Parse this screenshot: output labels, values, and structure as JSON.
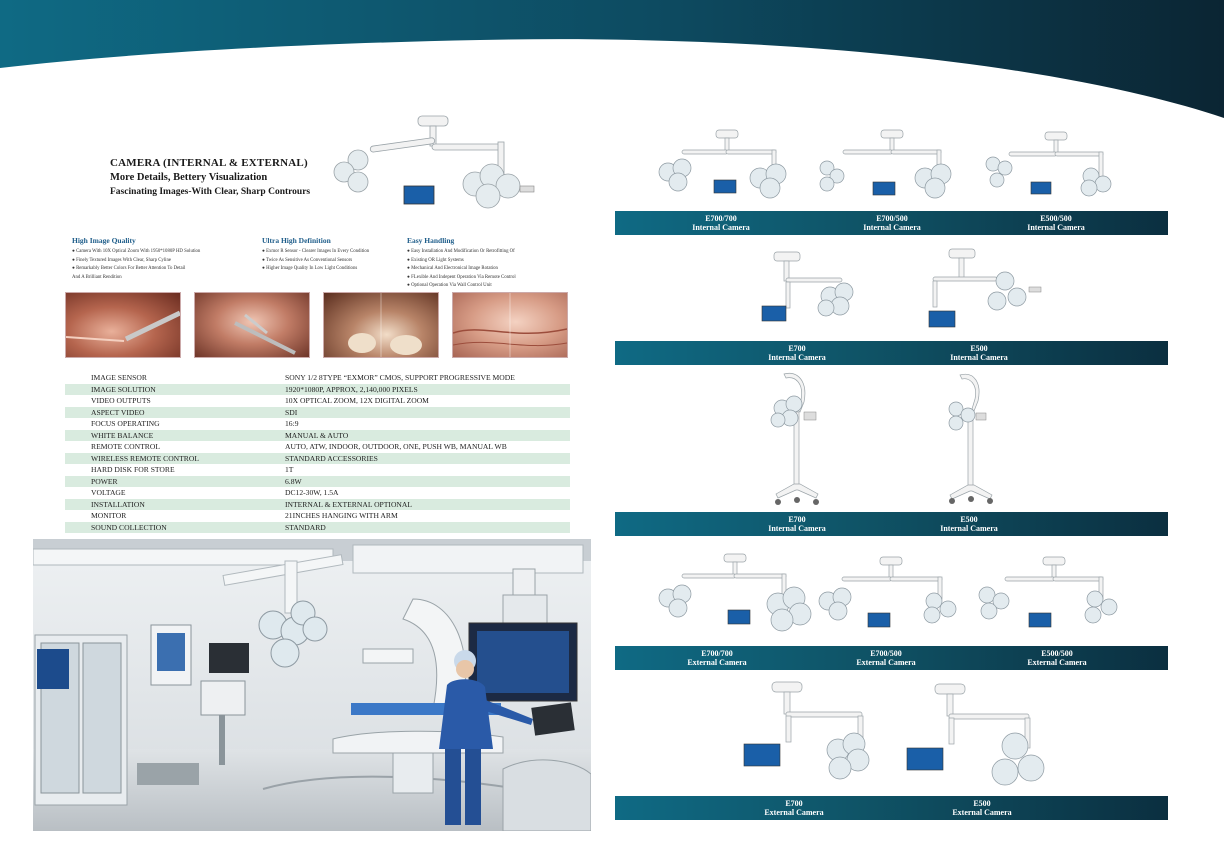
{
  "header": {
    "colors": {
      "dark": "#0b2533",
      "teal": "#0f6a84"
    }
  },
  "title_block": {
    "line1": "CAMERA (INTERNAL & EXTERNAL)",
    "line2": "More Details, Bettery Visualization",
    "line3": "Fascinating Images-With Clear, Sharp Contrours"
  },
  "features": [
    {
      "heading": "High Image Quality",
      "items": [
        "● Camera With 10X Optical Zoom With 1950*1080P HD Solution",
        "● Finely Textured Images With Clear, Sharp Cyline",
        "● Remarkably Better Colors For Better Attention To Detail",
        "   And A Brilliant Rendition"
      ]
    },
    {
      "heading": "Ultra  High Definition",
      "items": [
        "● Exmor R Sensor - Clearer Images In Every Condition",
        "● Twice As Sensitive As Conventional Sensors",
        "● Higher Image Quality In Low Light Conditions"
      ]
    },
    {
      "heading": "Easy Handling",
      "items": [
        "● Easy Installation And Modification Or Retrofitting Of",
        "● Existing OR Light Systems",
        "● Mechanical And Electronical Image Rotation",
        "● FLexible And Indepent Operation Via Remote Control",
        "● Optional Operation Via Wall Control Unit"
      ]
    }
  ],
  "specs": [
    {
      "label": "IMAGE SENSOR",
      "value": "SONY 1/2 8TYPE “EXMOR” CMOS, SUPPORT PROGRESSIVE MODE"
    },
    {
      "label": "IMAGE SOLUTION",
      "value": "1920*1080P, APPROX, 2,140,000 PIXELS"
    },
    {
      "label": "VIDEO OUTPUTS",
      "value": "10X OPTICAL ZOOM, 12X DIGITAL ZOOM"
    },
    {
      "label": "ASPECT VIDEO",
      "value": "SDI"
    },
    {
      "label": "FOCUS OPERATING",
      "value": "16:9"
    },
    {
      "label": "WHITE BALANCE",
      "value": "MANUAL & AUTO"
    },
    {
      "label": "REMOTE CONTROL",
      "value": "AUTO, ATW, INDOOR, OUTDOOR, ONE, PUSH WB, MANUAL WB"
    },
    {
      "label": "WIRELESS REMOTE CONTROL",
      "value": "STANDARD ACCESSORIES"
    },
    {
      "label": "HARD DISK FOR STORE",
      "value": "1T"
    },
    {
      "label": "POWER",
      "value": "6.8W"
    },
    {
      "label": "VOLTAGE",
      "value": "DC12-30W, 1.5A"
    },
    {
      "label": "INSTALLATION",
      "value": "INTERNAL & EXTERNAL OPTIONAL"
    },
    {
      "label": "MONITOR",
      "value": "21INCHES HANGING WITH ARM"
    },
    {
      "label": "SOUND COLLECTION",
      "value": "STANDARD"
    }
  ],
  "catalog": [
    {
      "labels": [
        [
          "E700/700",
          "Internal Camera"
        ],
        [
          "E700/500",
          "Internal Camera"
        ],
        [
          "E500/500",
          "Internal Camera"
        ]
      ]
    },
    {
      "labels": [
        [
          "E700",
          "Internal Camera"
        ],
        [
          "E500",
          "Internal Camera"
        ]
      ]
    },
    {
      "labels": [
        [
          "E700",
          "Internal Camera"
        ],
        [
          "E500",
          "Internal Camera"
        ]
      ]
    },
    {
      "labels": [
        [
          "E700/700",
          "External Camera"
        ],
        [
          "E700/500",
          "External Camera"
        ],
        [
          "E500/500",
          "External Camera"
        ]
      ]
    },
    {
      "labels": [
        [
          "E700",
          "External Camera"
        ],
        [
          "E500",
          "External Camera"
        ]
      ]
    }
  ]
}
